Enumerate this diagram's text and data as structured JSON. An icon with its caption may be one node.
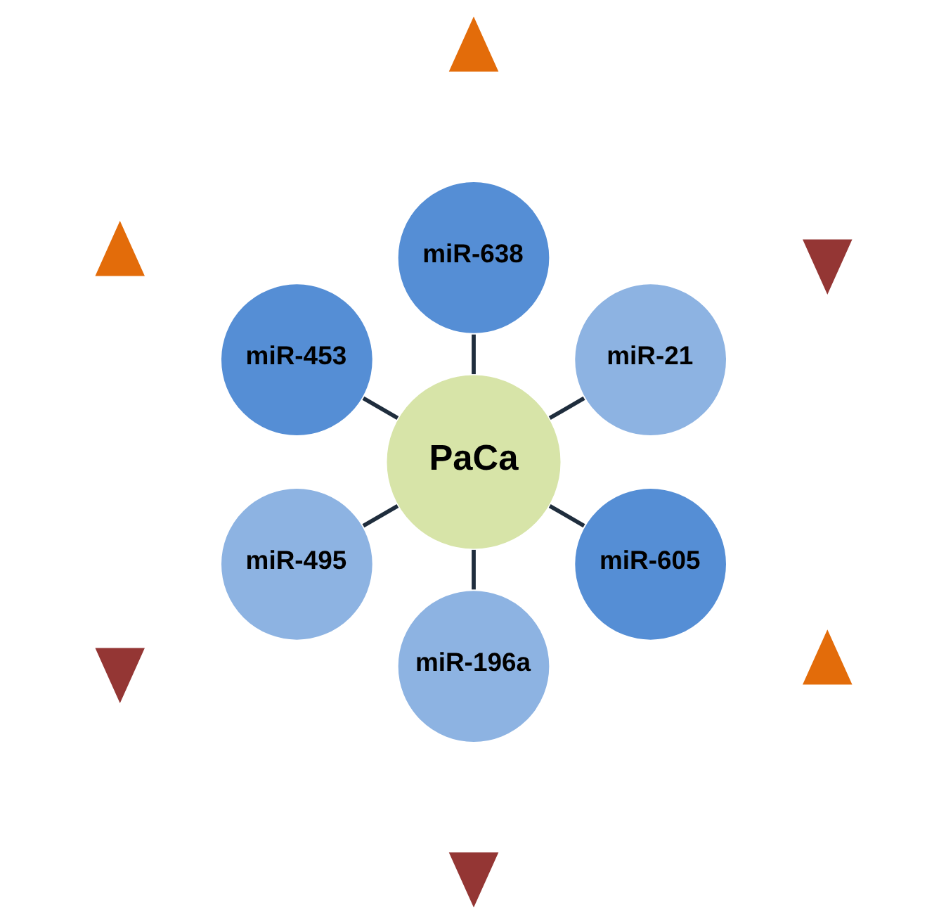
{
  "diagram": {
    "nodes": [
      {
        "text": [],
        "shape": "arrow"
      },
      {
        "text": [
          "miR-21"
        ]
      },
      {
        "text": [],
        "shape": "arrow"
      },
      {
        "text": [
          "miR-638"
        ]
      },
      {
        "text": [
          "miR-453"
        ]
      },
      {
        "text": [],
        "shape": "arrow"
      },
      {
        "text": [
          "PaCa"
        ]
      },
      {
        "text": [],
        "shape": "arrow"
      },
      {
        "text": [
          "miR-495"
        ]
      },
      {
        "text": [
          "miR-196a"
        ]
      },
      {
        "text": [],
        "shape": "arrow"
      },
      {
        "text": [
          "miR-605"
        ]
      },
      {
        "text": [],
        "shape": "arrow"
      }
    ],
    "edges": [
      {
        "from": 6,
        "to": 1,
        "arrow": "none"
      },
      {
        "from": 6,
        "to": 4,
        "arrow": "none"
      },
      {
        "from": 6,
        "to": 9,
        "arrow": "none"
      },
      {
        "from": 6,
        "to": 11,
        "arrow": "none"
      },
      {
        "from": 6,
        "to": 8,
        "arrow": "none"
      },
      {
        "from": 6,
        "to": 3,
        "arrow": "none"
      }
    ]
  }
}
